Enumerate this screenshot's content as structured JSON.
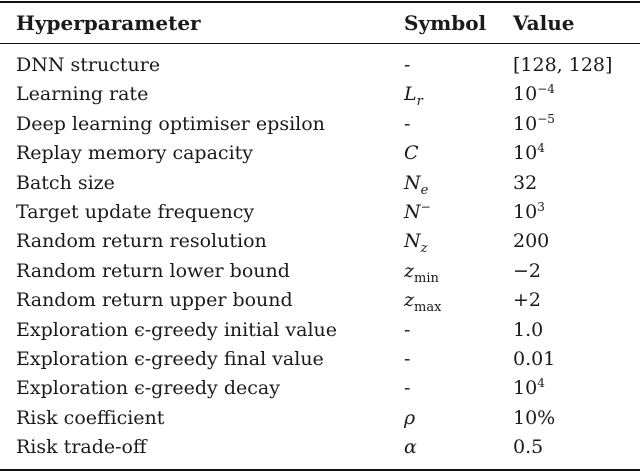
{
  "table": {
    "headers": {
      "hyperparameter": "Hyperparameter",
      "symbol": "Symbol",
      "value": "Value"
    },
    "rows": [
      {
        "name": "DNN structure",
        "symbol": {
          "base": "-",
          "sub": "",
          "sup": ""
        },
        "value": {
          "base": "[128, 128]",
          "sup": ""
        }
      },
      {
        "name": "Learning rate",
        "symbol": {
          "base": "L",
          "sub": "r",
          "sup": ""
        },
        "value": {
          "base": "10",
          "sup": "−4"
        }
      },
      {
        "name": "Deep learning optimiser epsilon",
        "symbol": {
          "base": "-",
          "sub": "",
          "sup": ""
        },
        "value": {
          "base": "10",
          "sup": "−5"
        }
      },
      {
        "name": "Replay memory capacity",
        "symbol": {
          "base": "C",
          "sub": "",
          "sup": ""
        },
        "value": {
          "base": "10",
          "sup": "4"
        }
      },
      {
        "name": "Batch size",
        "symbol": {
          "base": "N",
          "sub": "e",
          "sup": ""
        },
        "value": {
          "base": "32",
          "sup": ""
        }
      },
      {
        "name": "Target update frequency",
        "symbol": {
          "base": "N",
          "sub": "",
          "sup": "−"
        },
        "value": {
          "base": "10",
          "sup": "3"
        }
      },
      {
        "name": "Random return resolution",
        "symbol": {
          "base": "N",
          "sub": "z",
          "sup": ""
        },
        "value": {
          "base": "200",
          "sup": ""
        }
      },
      {
        "name": "Random return lower bound",
        "symbol": {
          "base": "z",
          "sub": "min",
          "sup": ""
        },
        "value": {
          "base": "−2",
          "sup": ""
        }
      },
      {
        "name": "Random return upper bound",
        "symbol": {
          "base": "z",
          "sub": "max",
          "sup": ""
        },
        "value": {
          "base": "+2",
          "sup": ""
        }
      },
      {
        "name": "Exploration ϵ-greedy initial value",
        "symbol": {
          "base": "-",
          "sub": "",
          "sup": ""
        },
        "value": {
          "base": "1.0",
          "sup": ""
        }
      },
      {
        "name": "Exploration ϵ-greedy final value",
        "symbol": {
          "base": "-",
          "sub": "",
          "sup": ""
        },
        "value": {
          "base": "0.01",
          "sup": ""
        }
      },
      {
        "name": "Exploration ϵ-greedy decay",
        "symbol": {
          "base": "-",
          "sub": "",
          "sup": ""
        },
        "value": {
          "base": "10",
          "sup": "4"
        }
      },
      {
        "name": "Risk coefficient",
        "symbol": {
          "base": "ρ",
          "sub": "",
          "sup": ""
        },
        "value": {
          "base": "10%",
          "sup": ""
        }
      },
      {
        "name": "Risk trade-off",
        "symbol": {
          "base": "α",
          "sub": "",
          "sup": ""
        },
        "value": {
          "base": "0.5",
          "sup": ""
        }
      }
    ]
  }
}
